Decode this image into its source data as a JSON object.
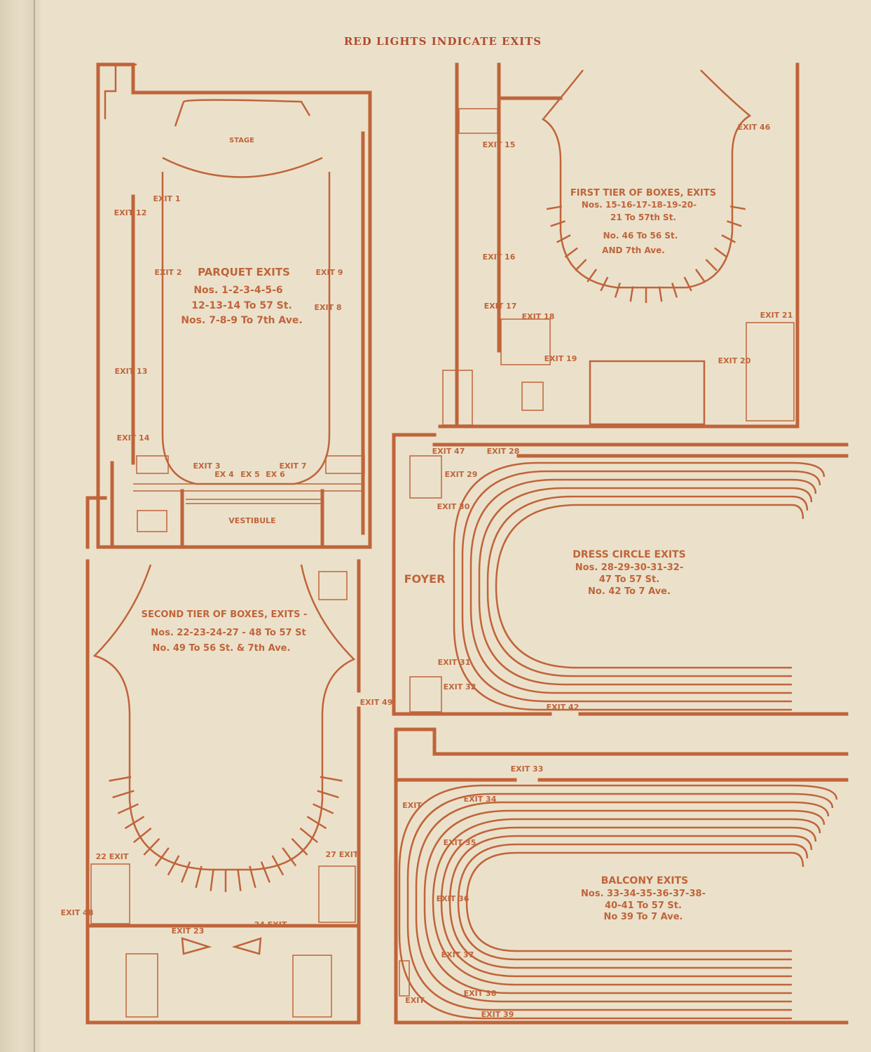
{
  "header": "RED LIGHTS INDICATE EXITS",
  "ink_color": "#c0643a",
  "paper_color": "#ebe1cb",
  "parquet": {
    "stage": "STAGE",
    "vestibule": "VESTIBULE",
    "lines": [
      "PARQUET EXITS",
      "Nos. 1-2-3-4-5-6",
      "12-13-14 To 57 St.",
      "Nos. 7-8-9 To 7th Ave."
    ],
    "exits": [
      "EXIT 1",
      "EXIT 2",
      "EXIT 12",
      "EXIT 13",
      "EXIT 14",
      "EXIT 3",
      "EX 4",
      "EX 5",
      "EX 6",
      "EXIT 7",
      "EXIT 8",
      "EXIT 9"
    ]
  },
  "first_tier": {
    "lines": [
      "FIRST TIER OF BOXES, EXITS",
      "Nos. 15-16-17-18-19-20-",
      "21 To 57th St.",
      "No. 46 To 56 St.",
      "AND 7th Ave."
    ],
    "exits": [
      "EXIT 15",
      "EXIT 16",
      "EXIT 17",
      "EXIT 18",
      "EXIT 19",
      "EXIT 20",
      "EXIT 21",
      "EXIT 46"
    ]
  },
  "dress_circle": {
    "foyer": "FOYER",
    "lines": [
      "DRESS CIRCLE EXITS",
      "Nos. 28-29-30-31-32-",
      "47 To 57 St.",
      "No. 42 To 7 Ave."
    ],
    "exits": [
      "EXIT 47",
      "EXIT 28",
      "EXIT 29",
      "EXIT 30",
      "EXIT 31",
      "EXIT 32",
      "EXIT 42"
    ]
  },
  "second_tier": {
    "lines": [
      "SECOND TIER OF BOXES, EXITS -",
      "Nos. 22-23-24-27 - 48 To 57 St",
      "No. 49 To 56 St. & 7th Ave."
    ],
    "exits": [
      "22 EXIT",
      "27 EXIT",
      "EXIT 48",
      "EXIT 23",
      "24 EXIT",
      "EXIT 49"
    ]
  },
  "balcony": {
    "lines": [
      "BALCONY EXITS",
      "Nos. 33-34-35-36-37-38-",
      "40-41 To 57 St.",
      "No 39 To 7 Ave."
    ],
    "exits": [
      "EXIT 33",
      "EXIT",
      "EXIT 34",
      "EXIT 35",
      "EXIT 36",
      "EXIT 37",
      "EXIT 38",
      "EXIT",
      "EXIT 39"
    ]
  }
}
